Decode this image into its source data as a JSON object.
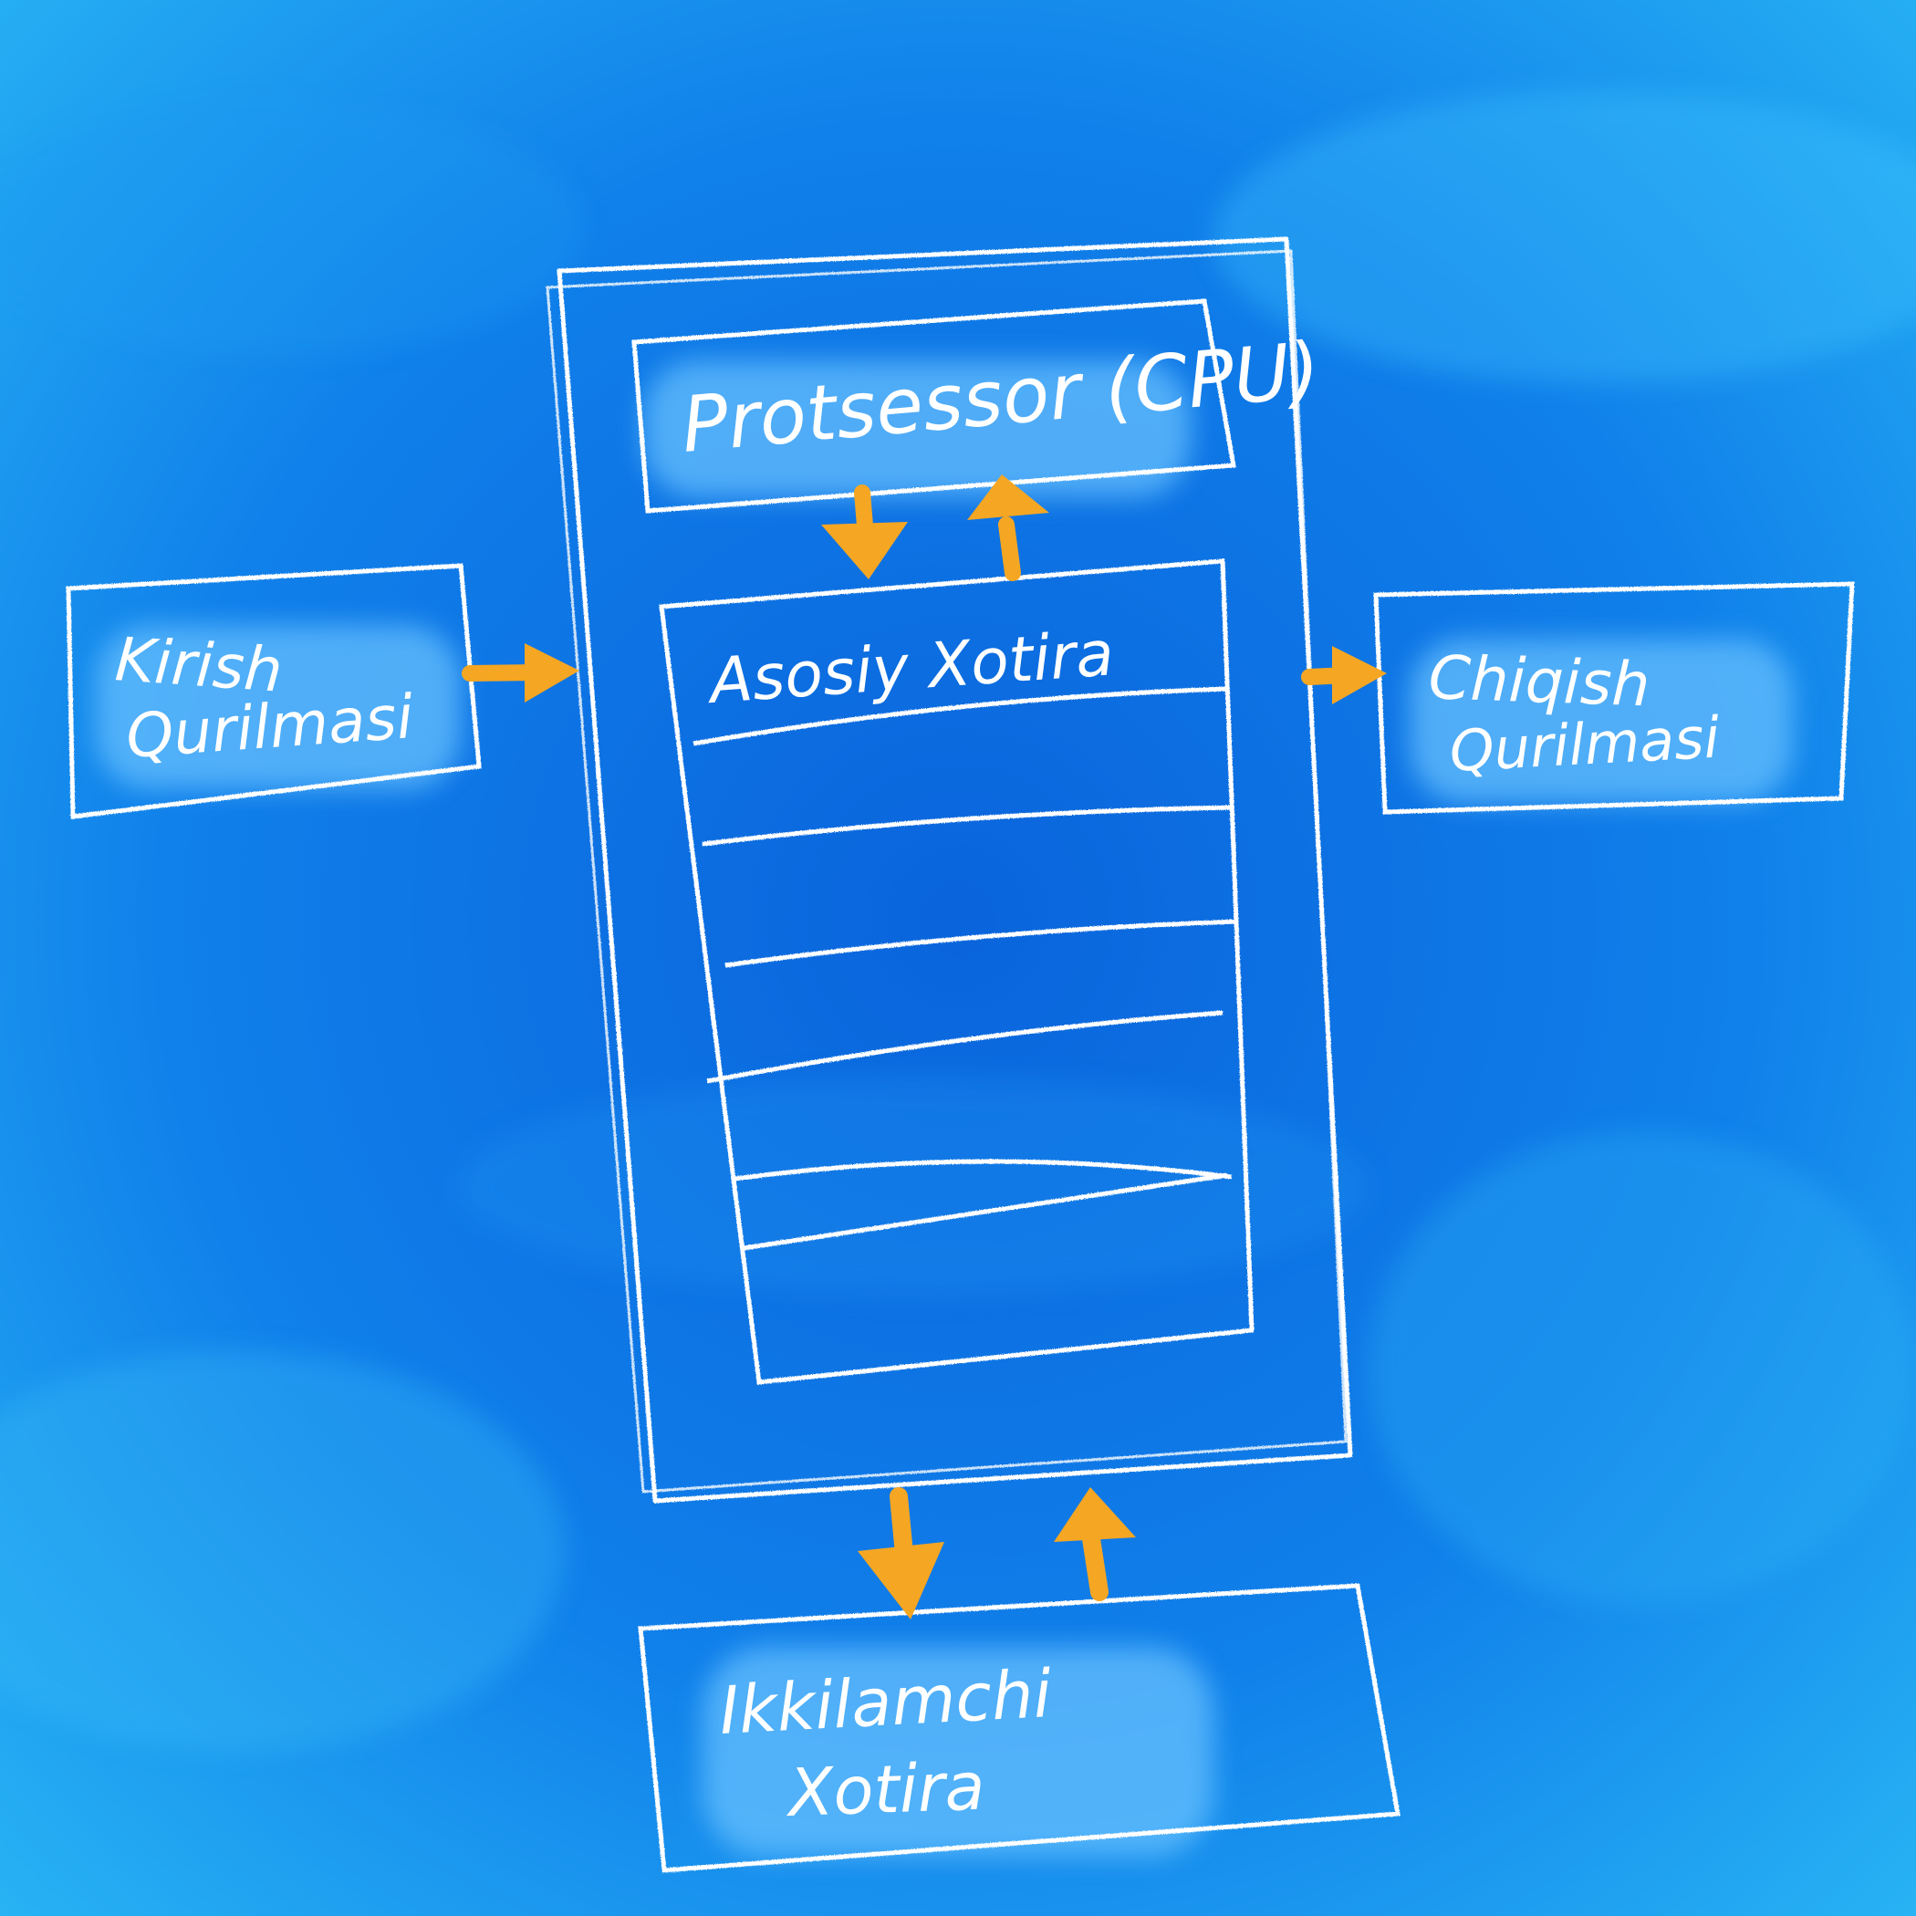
{
  "diagram": {
    "colors": {
      "background": "#1a8cf0",
      "background_light": "#29b6f6",
      "background_dark": "#0b6fe0",
      "chalk": "#ffffff",
      "label_glow": "#8fd3ff",
      "arrow": "#f5a623"
    },
    "nodes": {
      "cpu": {
        "label": "Protsessor (CPU)"
      },
      "main_memory": {
        "label": "Asosiy Xotira"
      },
      "input_device": {
        "line1": "Kirish",
        "line2": "Qurilmasi"
      },
      "output_device": {
        "line1": "Chiqish",
        "line2": "Qurilmasi"
      },
      "secondary_memory": {
        "line1": "Ikkilamchi",
        "line2": "Xotira"
      }
    },
    "edges": [
      {
        "from": "cpu",
        "to": "main_memory"
      },
      {
        "from": "main_memory",
        "to": "cpu"
      },
      {
        "from": "input_device",
        "to": "computer"
      },
      {
        "from": "computer",
        "to": "output_device"
      },
      {
        "from": "computer",
        "to": "secondary_memory"
      },
      {
        "from": "secondary_memory",
        "to": "computer"
      }
    ]
  }
}
